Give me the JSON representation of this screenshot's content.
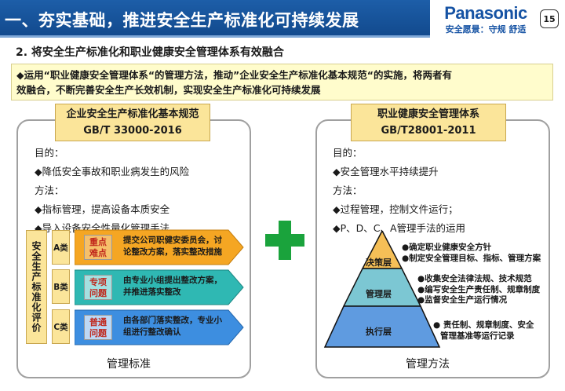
{
  "header": {
    "title": "一、夯实基础，推进安全生产标准化可持续发展",
    "brand": "Panasonic",
    "slogan": "安全愿景：守规 舒适",
    "page_number": "15"
  },
  "section": {
    "subtitle": "2. 将安全生产标准化和职业健康安全管理体系有效融合",
    "intro_line1": "◆运用“职业健康安全管理体系“的管理方法，推动”企业安全生产标准化基本规范“的实施，将两者有",
    "intro_line2": "效融合，不断完善安全生产长效机制，实现安全生产标准化可持续发展"
  },
  "left": {
    "standard_name": "企业安全生产标准化基本规范",
    "standard_code": "GB/T 33000-2016",
    "items": [
      "目的：",
      "◆降低安全事故和职业病发生的风险",
      "方法：",
      "◆指标管理，提高设备本质安全",
      "◆导入设备安全性量化管理手法"
    ],
    "eval_label": "安全生产标准化评价",
    "rows": [
      {
        "class": "A类",
        "tag_l1": "重点",
        "tag_l2": "难点",
        "text_l1": "提交公司职健安委员会，讨",
        "text_l2": "论整改方案，落实整改措施"
      },
      {
        "class": "B类",
        "tag_l1": "专项",
        "tag_l2": "问题",
        "text_l1": "由专业小组提出整改方案，",
        "text_l2": "并推进落实整改"
      },
      {
        "class": "C类",
        "tag_l1": "普通",
        "tag_l2": "问题",
        "text_l1": "由各部门落实整改，专业小",
        "text_l2": "组进行整改确认"
      }
    ],
    "footer": "管理标准"
  },
  "right": {
    "standard_name": "职业健康安全管理体系",
    "standard_code": "GB/T28001-2011",
    "items": [
      "目的：",
      "◆安全管理水平持续提升",
      "方法：",
      "◆过程管理，控制文件运行；",
      "◆P、D、C、A管理手法的运用"
    ],
    "pyramid": {
      "top_label": "决策层",
      "top_items": [
        "●确定职业健康安全方针",
        "●制定安全管理目标、指标、管理方案"
      ],
      "mid_label": "管理层",
      "mid_items": [
        "●收集安全法律法规、技术规范",
        "●编写安全生产责任制、规章制度",
        "●监督安全生产运行情况"
      ],
      "bottom_label": "执行层",
      "bottom_items": [
        "● 责任制、规章制度、安全",
        "管理基准等运行记录"
      ]
    },
    "footer": "管理方法"
  },
  "colors": {
    "title_bar": "#1653a4",
    "plus": "#1aa33c",
    "std_box": "#fbe59a",
    "pyr_top": "#f5bf57",
    "pyr_mid": "#7cc7d3",
    "pyr_bottom": "#5f9be0"
  }
}
